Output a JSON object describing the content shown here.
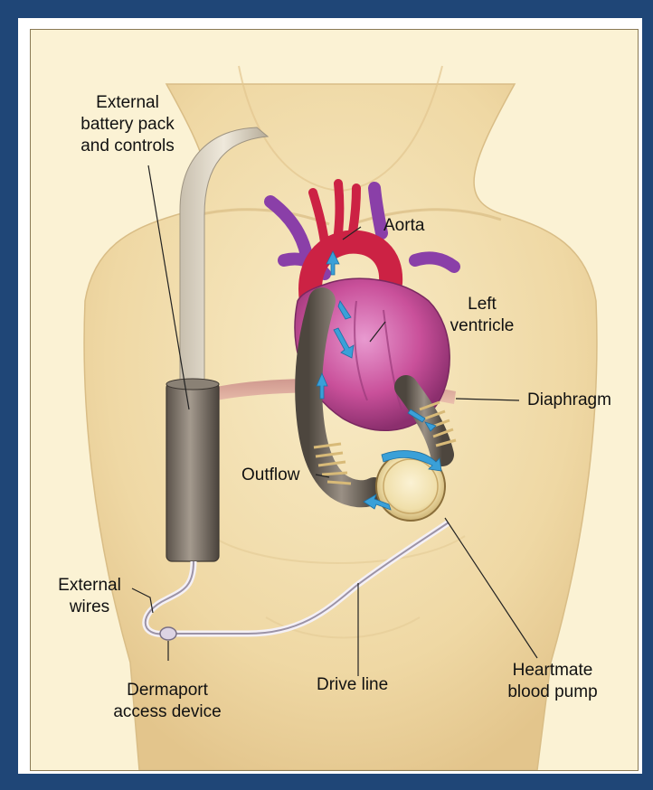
{
  "labels": {
    "external_battery": "External\nbattery pack\nand controls",
    "aorta": "Aorta",
    "left_ventricle": "Left\nventricle",
    "diaphragm": "Diaphragm",
    "outflow": "Outflow",
    "external_wires": "External\nwires",
    "dermaport": "Dermaport\naccess device",
    "drive_line": "Drive line",
    "heartmate": "Heartmate\nblood pump"
  },
  "colors": {
    "background_frame": "#1f4677",
    "panel_bg": "#fbf2d4",
    "skin": "#f3dfb0",
    "heart": "#c9509a",
    "aorta_red": "#cc2244",
    "vein_purple": "#8a3fa8",
    "tube_gray": "#6e665c",
    "pump_gold": "#e9d59a",
    "flow_arrow": "#3aa0d8"
  }
}
